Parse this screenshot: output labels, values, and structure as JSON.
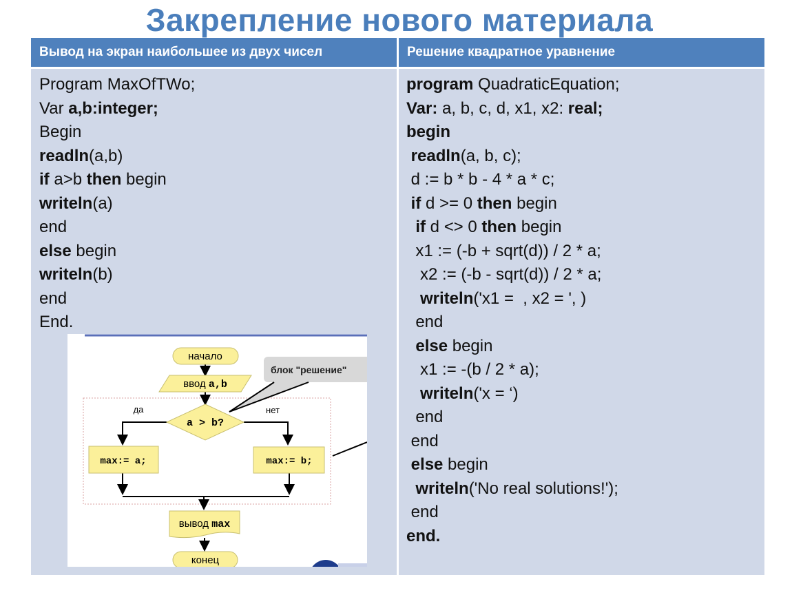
{
  "title": "Закрепление нового материала",
  "columns": [
    {
      "header": "Вывод на экран наибольшее из двух чисел",
      "lines": [
        [
          [
            "Program MaxOfTWo;",
            false
          ]
        ],
        [
          [
            "Var ",
            false
          ],
          [
            "a,b:integer;",
            true
          ]
        ],
        [
          [
            "Begin",
            false
          ]
        ],
        [
          [
            "readln",
            true
          ],
          [
            "(a,b)",
            false
          ]
        ],
        [
          [
            "if",
            true
          ],
          [
            " a>b ",
            false
          ],
          [
            "then",
            true
          ],
          [
            " begin",
            false
          ]
        ],
        [
          [
            "writeln",
            true
          ],
          [
            "(a)",
            false
          ]
        ],
        [
          [
            "end",
            false
          ]
        ],
        [
          [
            "else",
            true
          ],
          [
            " begin",
            false
          ]
        ],
        [
          [
            "writeln",
            true
          ],
          [
            "(b)",
            false
          ]
        ],
        [
          [
            "end",
            false
          ]
        ],
        [
          [
            "End.",
            false
          ]
        ]
      ]
    },
    {
      "header": "Решение квадратное уравнение",
      "lines": [
        [
          [
            "program",
            true
          ],
          [
            " QuadraticEquation;",
            false
          ]
        ],
        [
          [
            "Var:",
            true
          ],
          [
            " a, b, c, d, x1, x2: ",
            false
          ],
          [
            "real;",
            true
          ]
        ],
        [
          [
            "begin",
            true
          ]
        ],
        [
          [
            " ",
            false
          ],
          [
            "readln",
            true
          ],
          [
            "(a, b, c);",
            false
          ]
        ],
        [
          [
            " d := b * b - 4 * a * c;",
            false
          ]
        ],
        [
          [
            " ",
            false
          ],
          [
            "if",
            true
          ],
          [
            " d >= 0 ",
            false
          ],
          [
            "then",
            true
          ],
          [
            " begin",
            false
          ]
        ],
        [
          [
            "  ",
            false
          ],
          [
            "if",
            true
          ],
          [
            " d <> 0 ",
            false
          ],
          [
            "then",
            true
          ],
          [
            " begin",
            false
          ]
        ],
        [
          [
            "  x1 := (-b + sqrt(d)) / 2 * a;",
            false
          ]
        ],
        [
          [
            "   x2 := (-b - sqrt(d)) / 2 * a;",
            false
          ]
        ],
        [
          [
            "   ",
            false
          ],
          [
            "writeln",
            true
          ],
          [
            "('x1 =  , x2 = ', )",
            false
          ]
        ],
        [
          [
            "  end",
            false
          ]
        ],
        [
          [
            "  ",
            false
          ],
          [
            "else",
            true
          ],
          [
            " begin",
            false
          ]
        ],
        [
          [
            "   x1 := -(b / 2 * a);",
            false
          ]
        ],
        [
          [
            "   ",
            false
          ],
          [
            "writeln",
            true
          ],
          [
            "('x = ‘)",
            false
          ]
        ],
        [
          [
            "  end",
            false
          ]
        ],
        [
          [
            " end",
            false
          ]
        ],
        [
          [
            " ",
            false
          ],
          [
            "else",
            true
          ],
          [
            " begin",
            false
          ]
        ],
        [
          [
            "  ",
            false
          ],
          [
            "writeln",
            true
          ],
          [
            "('No real solutions!');",
            false
          ]
        ],
        [
          [
            " end",
            false
          ]
        ],
        [
          [
            "end.",
            true
          ]
        ]
      ]
    }
  ],
  "flowchart": {
    "start": "начало",
    "input_word": "ввод",
    "input_vars": "a,b",
    "condition": "a > b?",
    "yes": "да",
    "no": "нет",
    "yes_action": "max:= a;",
    "no_action": "max:= b;",
    "output_word": "вывод",
    "output_var": "max",
    "end": "конец",
    "callout": "блок \"решение\""
  },
  "colors": {
    "accent": "#4f81bd",
    "title": "#4a7ebb",
    "cell": "#d0d8e8",
    "shape": "#fbf09a"
  }
}
